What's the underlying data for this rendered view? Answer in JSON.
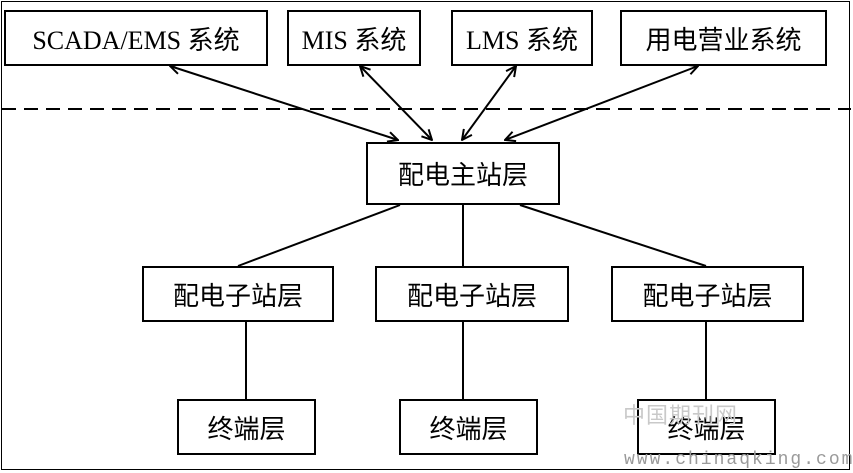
{
  "external_systems": [
    {
      "id": "scada",
      "label": "SCADA/EMS 系统"
    },
    {
      "id": "mis",
      "label": "MIS 系统"
    },
    {
      "id": "lms",
      "label": "LMS 系统"
    },
    {
      "id": "sales",
      "label": "用电营业系统"
    }
  ],
  "master_layer": {
    "label": "配电主站层"
  },
  "substation_layers": [
    {
      "label": "配电子站层"
    },
    {
      "label": "配电子站层"
    },
    {
      "label": "配电子站层"
    }
  ],
  "terminal_layers": [
    {
      "label": "终端层"
    },
    {
      "label": "终端层"
    },
    {
      "label": "终端层"
    }
  ],
  "watermark": {
    "text_cn": "中国期刊网",
    "url": "www.chinaqking.com"
  },
  "colors": {
    "line": "#000000",
    "background": "#ffffff"
  }
}
